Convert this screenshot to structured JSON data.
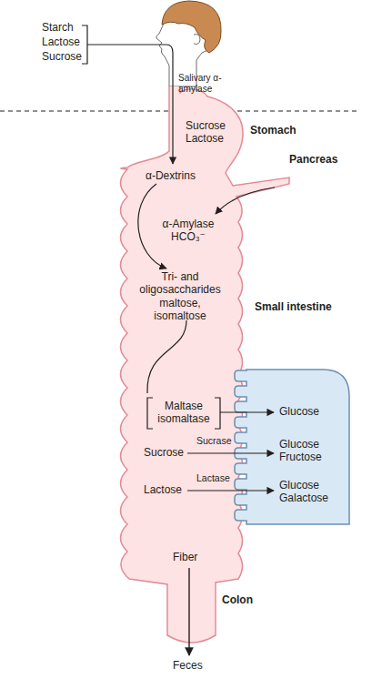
{
  "diagram": {
    "nodes": [
      {
        "text": [
          "Sucrose Lactose",
          "α-Dextrins",
          "α-Amylase HCO₃⁻",
          "Tri- and oligosaccharides maltose, isomaltose",
          "Maltase isomaltase",
          "Sucrose",
          "Sucrase",
          "Lactose",
          "Lactase",
          "Fiber"
        ]
      },
      {
        "text": [
          "Glucose",
          "Glucose Fructose",
          "Glucose Galactose"
        ]
      }
    ],
    "labels": [
      "Starch",
      "Lactose",
      "Sucrose",
      "Salivary α-amylase",
      "Stomach",
      "Pancreas",
      "Small intestine",
      "Colon",
      "Feces"
    ]
  }
}
